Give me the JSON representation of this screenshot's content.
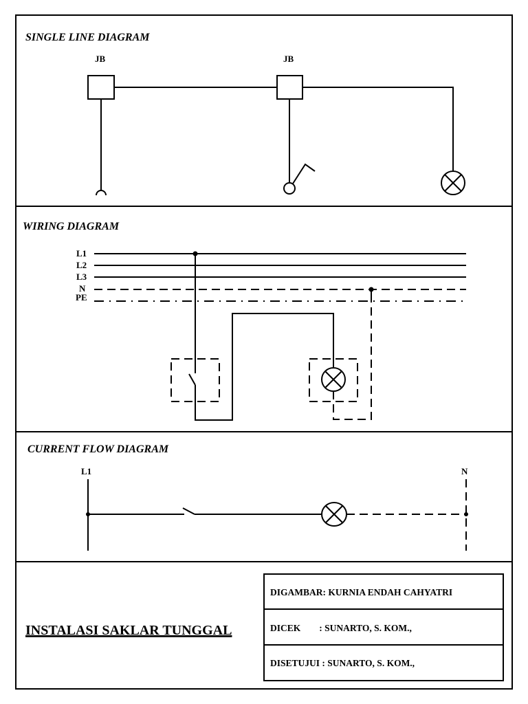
{
  "single_line_diagram": {
    "title": "SINGLE LINE DIAGRAM",
    "junction_box_labels": [
      "JB",
      "JB"
    ],
    "components": [
      "socket-outlet",
      "single-switch",
      "lamp"
    ]
  },
  "wiring_diagram": {
    "title": "WIRING DIAGRAM",
    "conductors": [
      {
        "label": "L1",
        "style": "solid"
      },
      {
        "label": "L2",
        "style": "solid"
      },
      {
        "label": "L3",
        "style": "solid"
      },
      {
        "label": "N",
        "style": "dashed"
      },
      {
        "label": "PE",
        "style": "dash-dot"
      }
    ],
    "components": [
      "single-switch",
      "lamp"
    ]
  },
  "current_flow_diagram": {
    "title": "CURRENT FLOW DIAGRAM",
    "line_label": "L1",
    "neutral_label": "N",
    "components": [
      "switch",
      "lamp"
    ]
  },
  "title_block": {
    "drawing_title": "INSTALASI SAKLAR TUNGGAL",
    "rows": [
      {
        "label": "DIGAMBAR",
        "separator": ":",
        "value": "KURNIA ENDAH CAHYATRI"
      },
      {
        "label": "DICEK",
        "separator": ":",
        "value": "SUNARTO, S. KOM.,"
      },
      {
        "label": "DISETUJUI",
        "separator": ":",
        "value": "SUNARTO, S. KOM.,"
      }
    ],
    "row_text": [
      "DIGAMBAR: KURNIA ENDAH CAHYATRI",
      "DICEK        : SUNARTO, S. KOM.,",
      "DISETUJUI : SUNARTO, S. KOM.,"
    ]
  }
}
